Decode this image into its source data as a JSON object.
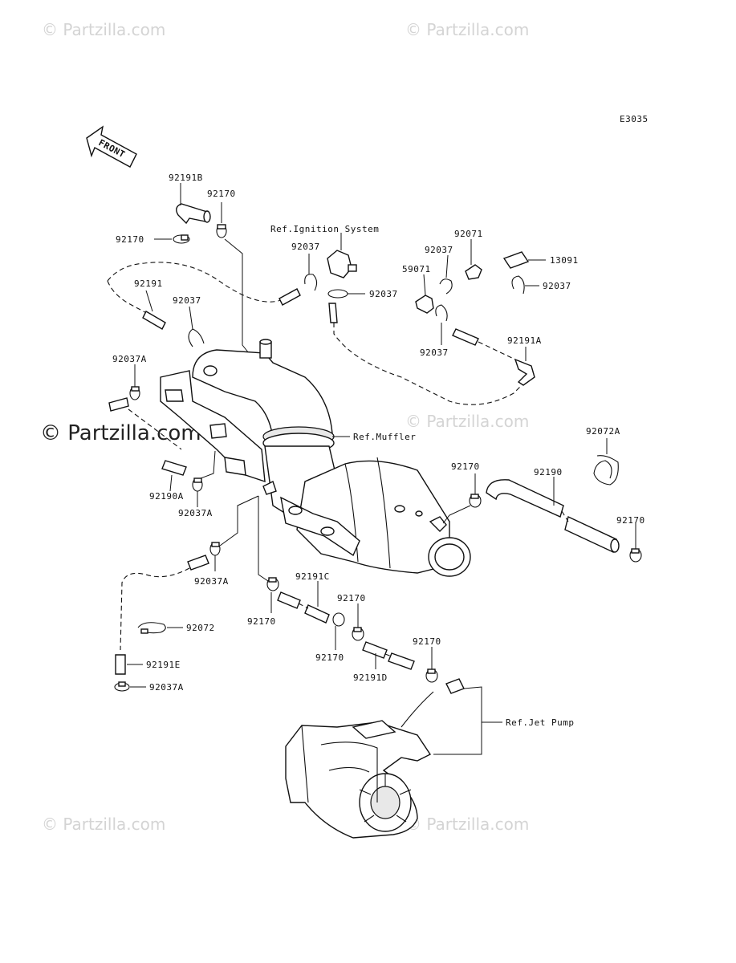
{
  "watermark": {
    "text": "© Partzilla.com",
    "prominent_text": "© Partzilla.com"
  },
  "diagram_code": "E3035",
  "front_arrow_label": "FRONT",
  "references": {
    "ignition": "Ref.Ignition System",
    "muffler": "Ref.Muffler",
    "jet_pump": "Ref.Jet Pump"
  },
  "parts": [
    "92191B",
    "92170",
    "92170",
    "92191",
    "92037",
    "92037",
    "92037",
    "92037A",
    "92190A",
    "92037A",
    "92037A",
    "92072",
    "92191E",
    "92037A",
    "92191C",
    "92170",
    "92170",
    "92170",
    "92191D",
    "92170",
    "59071",
    "92037",
    "92071",
    "13091",
    "92037",
    "92037",
    "92191A",
    "92072A",
    "92170",
    "92190",
    "92170"
  ]
}
